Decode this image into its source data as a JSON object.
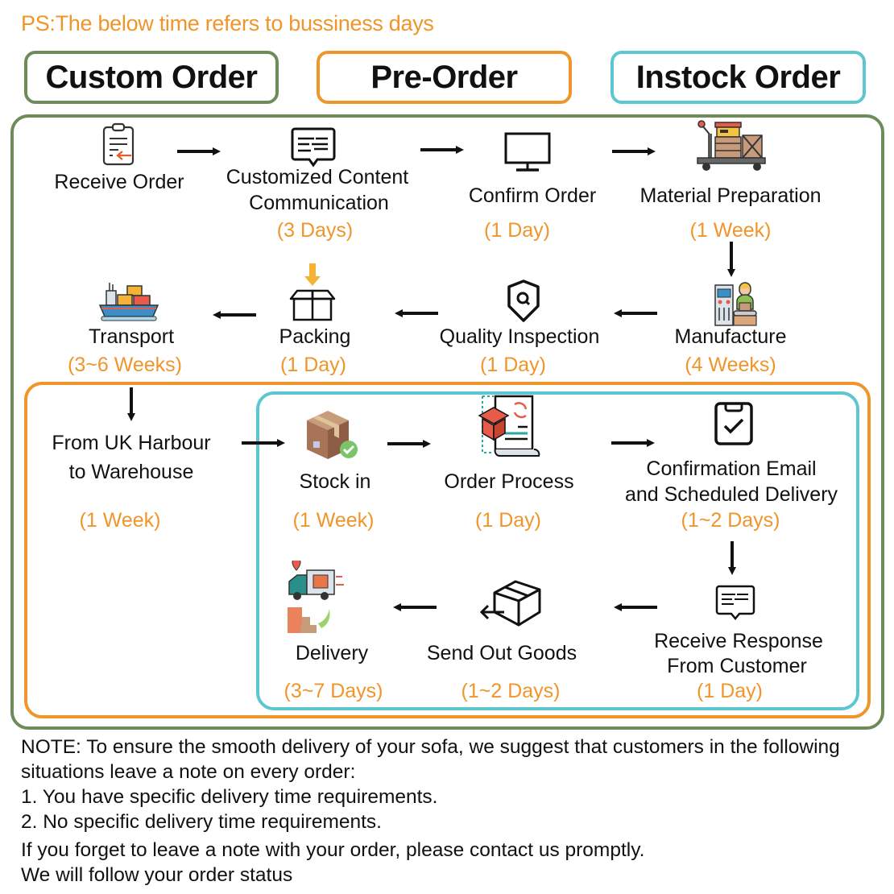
{
  "header": {
    "ps_note": "PS:The below time refers to bussiness days"
  },
  "legend": {
    "custom_order": "Custom Order",
    "pre_order": "Pre-Order",
    "instock_order": "Instock Order"
  },
  "colors": {
    "custom_order": "#6e8c5a",
    "pre_order": "#f0952a",
    "instock_order": "#5ec6d0",
    "duration_text": "#f0952a"
  },
  "steps": {
    "receive_order": {
      "label": "Receive Order",
      "icon": "clipboard-receive-icon"
    },
    "customized_content": {
      "label_line1": "Customized Content",
      "label_line2": "Communication",
      "duration": "(3 Days)",
      "icon": "message-bubble-icon"
    },
    "confirm_order": {
      "label": "Confirm Order",
      "duration": "(1 Day)",
      "icon": "monitor-icon"
    },
    "material_preparation": {
      "label": "Material Preparation",
      "duration": "(1 Week)",
      "icon": "cart-materials-icon"
    },
    "manufacture": {
      "label": "Manufacture",
      "duration": "(4 Weeks)",
      "icon": "factory-worker-icon"
    },
    "quality_inspection": {
      "label": "Quality Inspection",
      "duration": "(1 Day)",
      "icon": "shield-search-icon"
    },
    "packing": {
      "label": "Packing",
      "duration": "(1 Day)",
      "icon": "box-packing-icon"
    },
    "transport": {
      "label": "Transport",
      "duration": "(3~6 Weeks)",
      "icon": "cargo-ship-icon"
    },
    "harbour_to_warehouse": {
      "label_line1": "From UK Harbour",
      "label_line2": "to Warehouse",
      "duration": "(1 Week)"
    },
    "stock_in": {
      "label": "Stock in",
      "duration": "(1 Week)",
      "icon": "parcel-check-icon"
    },
    "order_process": {
      "label": "Order Process",
      "duration": "(1 Day)",
      "icon": "order-process-icon"
    },
    "confirmation_email": {
      "label_line1": "Confirmation Email",
      "label_line2": "and Scheduled Delivery",
      "duration": "(1~2 Days)",
      "icon": "clipboard-check-icon"
    },
    "receive_response": {
      "label_line1": "Receive Response",
      "label_line2": "From Customer",
      "duration": "(1 Day)",
      "icon": "message-bubble-icon"
    },
    "send_out_goods": {
      "label": "Send Out Goods",
      "duration": "(1~2 Days)",
      "icon": "box-send-icon"
    },
    "delivery": {
      "label": "Delivery",
      "duration": "(3~7 Days)",
      "icon": "delivery-truck-icon"
    }
  },
  "note": {
    "line1": "NOTE: To ensure the smooth delivery of your sofa, we suggest that customers in the following",
    "line2": "situations leave a note on every order:",
    "item1": "1. You have specific delivery time requirements.",
    "item2": "2. No specific delivery time requirements.",
    "line3": "If you forget to leave a note with your order, please contact us promptly.",
    "line4": "We will follow your order status"
  }
}
